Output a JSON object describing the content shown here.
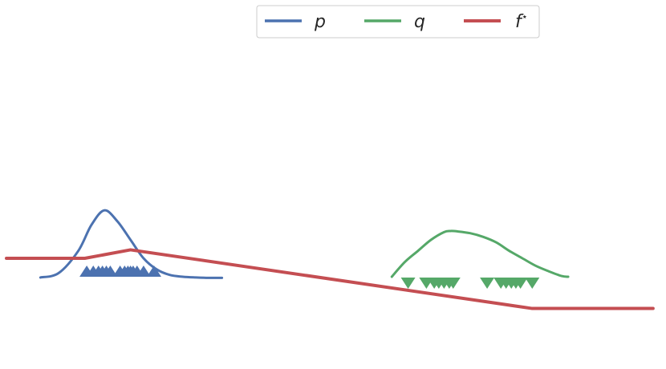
{
  "chart_data": {
    "type": "line",
    "title": "",
    "xlabel": "",
    "ylabel": "",
    "xlim": [
      0,
      100
    ],
    "ylim": [
      0,
      1
    ],
    "grid": false,
    "axes_visible": false,
    "legend": {
      "placement": "top-center",
      "columns": 3
    },
    "series": [
      {
        "name": "p",
        "kind": "density",
        "color": "#4c72b0",
        "x": [
          5.2,
          8,
          11,
          13,
          15,
          17,
          19,
          21,
          23,
          25,
          27,
          29,
          31,
          33
        ],
        "y": [
          0.248,
          0.26,
          0.32,
          0.39,
          0.43,
          0.4,
          0.35,
          0.3,
          0.27,
          0.255,
          0.25,
          0.248,
          0.247,
          0.247
        ]
      },
      {
        "name": "q",
        "kind": "density",
        "color": "#55a868",
        "x": [
          59,
          61,
          63,
          65,
          67,
          68,
          69,
          71,
          73,
          75,
          77,
          79,
          81,
          83,
          85,
          86
        ],
        "y": [
          0.25,
          0.29,
          0.32,
          0.35,
          0.371,
          0.374,
          0.373,
          0.368,
          0.358,
          0.343,
          0.32,
          0.3,
          0.28,
          0.265,
          0.252,
          0.25
        ]
      },
      {
        "name": "f*",
        "kind": "witness",
        "color": "#c44e52",
        "x": [
          0,
          12,
          19,
          80.5,
          99
        ],
        "y": [
          0.3,
          0.3,
          0.323,
          0.164,
          0.164
        ]
      }
    ],
    "samples": [
      {
        "of": "p",
        "marker": "triangle-up",
        "color": "#4c72b0",
        "x": [
          12.3,
          13.3,
          14.1,
          14.7,
          15.3,
          15.9,
          17.4,
          18.1,
          18.6,
          19.0,
          19.4,
          20.0,
          21.0,
          22.6
        ]
      },
      {
        "of": "q",
        "marker": "triangle-down",
        "color": "#55a868",
        "x": [
          61.5,
          64.3,
          65.5,
          66.2,
          67.0,
          67.8,
          68.4,
          73.6,
          75.7,
          76.5,
          77.3,
          78.0,
          78.7,
          80.5
        ]
      }
    ],
    "legend_entries": [
      {
        "label": "p",
        "color": "#4c72b0"
      },
      {
        "label": "q",
        "color": "#55a868"
      },
      {
        "label": "f",
        "superscript": "⋆",
        "color": "#c44e52"
      }
    ]
  }
}
